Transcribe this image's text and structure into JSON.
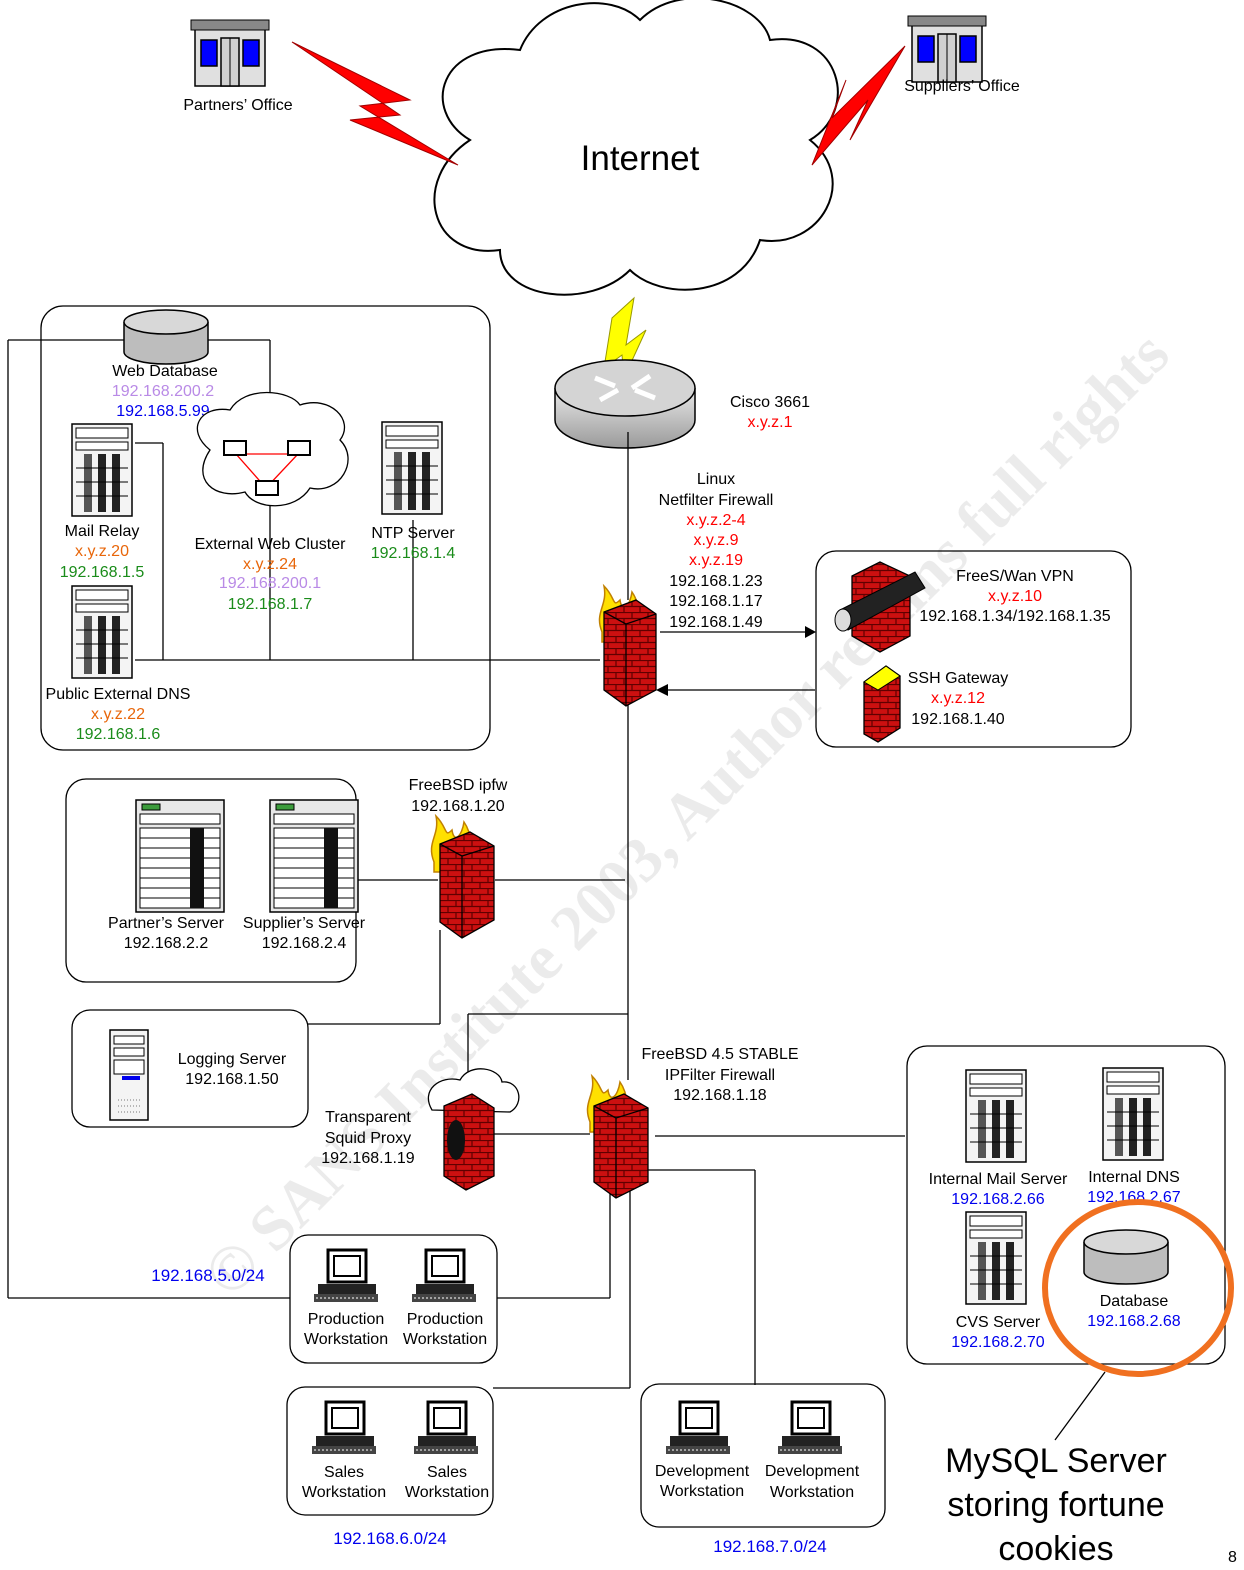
{
  "internet": "Internet",
  "partners_office": "Partners’ Office",
  "suppliers_office": "Suppliers’ Office",
  "router": {
    "name": "Cisco 3661",
    "ip": "x.y.z.1"
  },
  "linux_fw": {
    "name1": "Linux",
    "name2": "Netfilter Firewall",
    "ext1": "x.y.z.2-4",
    "ext2": "x.y.z.9",
    "ext3": "x.y.z.19",
    "int1": "192.168.1.23",
    "int2": "192.168.1.17",
    "int3": "192.168.1.49"
  },
  "web_db": {
    "name": "Web Database",
    "ip1": "192.168.200.2",
    "ip2": "192.168.5.99"
  },
  "mail_relay": {
    "name": "Mail Relay",
    "ext": "x.y.z.20",
    "ip": "192.168.1.5"
  },
  "web_cluster": {
    "name": "External Web Cluster",
    "ext": "x.y.z.24",
    "ip1": "192.168.200.1",
    "ip2": "192.168.1.7"
  },
  "ntp": {
    "name": "NTP Server",
    "ip": "192.168.1.4"
  },
  "ext_dns": {
    "name": "Public External DNS",
    "ext": "x.y.z.22",
    "ip": "192.168.1.6"
  },
  "vpn": {
    "name": "FreeS/Wan VPN",
    "ext": "x.y.z.10",
    "ip": "192.168.1.34/192.168.1.35"
  },
  "ssh": {
    "name": "SSH Gateway",
    "ext": "x.y.z.12",
    "ip": "192.168.1.40"
  },
  "ipfw": {
    "name": "FreeBSD ipfw",
    "ip": "192.168.1.20"
  },
  "partner_server": {
    "name": "Partner’s Server",
    "ip": "192.168.2.2"
  },
  "supplier_server": {
    "name": "Supplier’s Server",
    "ip": "192.168.2.4"
  },
  "logging": {
    "name": "Logging Server",
    "ip": "192.168.1.50"
  },
  "ipfilter": {
    "name1": "FreeBSD 4.5 STABLE",
    "name2": "IPFilter Firewall",
    "ip": "192.168.1.18"
  },
  "squid": {
    "name1": "Transparent",
    "name2": "Squid Proxy",
    "ip": "192.168.1.19"
  },
  "int_mail": {
    "name": "Internal Mail Server",
    "ip": "192.168.2.66"
  },
  "int_dns": {
    "name": "Internal DNS",
    "ip": "192.168.2.67"
  },
  "cvs": {
    "name": "CVS Server",
    "ip": "192.168.2.70"
  },
  "database": {
    "name": "Database",
    "ip": "192.168.2.68"
  },
  "net_prod": "192.168.5.0/24",
  "net_sales": "192.168.6.0/24",
  "net_dev": "192.168.7.0/24",
  "prod_ws": {
    "l1": "Production",
    "l2": "Workstation"
  },
  "sales_ws": {
    "l1": "Sales",
    "l2": "Workstation"
  },
  "dev_ws": {
    "l1": "Development",
    "l2": "Workstation"
  },
  "callout": {
    "l1": "MySQL Server",
    "l2": "storing fortune",
    "l3": "cookies"
  },
  "page_number": "8",
  "watermark": "© SANS Institute 2003, Author retains full rights",
  "colors": {
    "red": "#ff0000",
    "orange": "#e8660a",
    "green": "#1a8c1a",
    "blue": "#0000ee",
    "lilac": "#b98ae6",
    "highlight": "#f07020"
  }
}
